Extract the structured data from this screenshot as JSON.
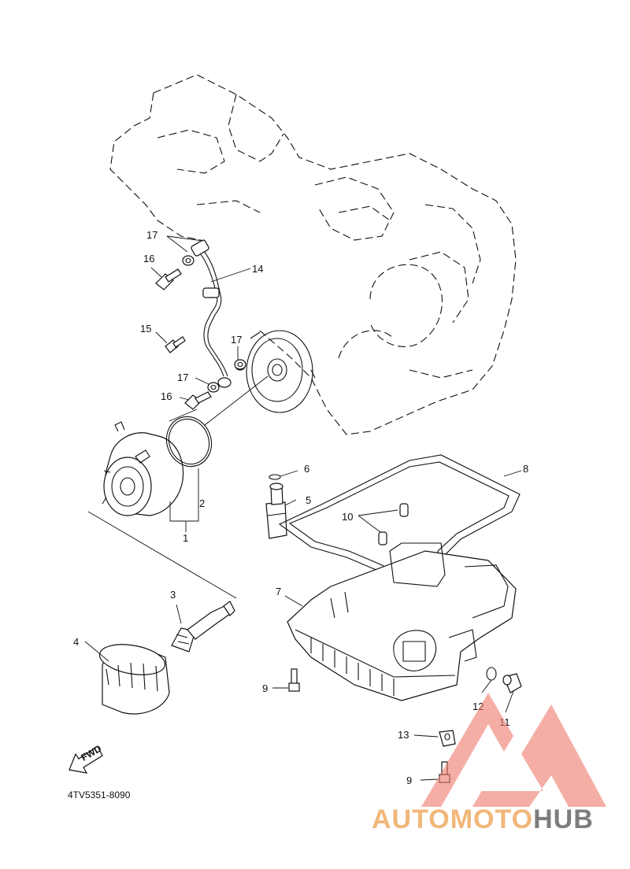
{
  "callouts": {
    "c1": "1",
    "c2": "2",
    "c3": "3",
    "c4": "4",
    "c5": "5",
    "c6": "6",
    "c7": "7",
    "c8": "8",
    "c9a": "9",
    "c9b": "9",
    "c10": "10",
    "c11": "11",
    "c12": "12",
    "c13": "13",
    "c14": "14",
    "c15": "15",
    "c16a": "16",
    "c16b": "16",
    "c17a": "17",
    "c17b": "17",
    "c17c": "17"
  },
  "part_code": "4TV5351-8090",
  "fwd_label": "FWD",
  "watermark": {
    "part1": "AUTO",
    "part2": "MOTO",
    "part3": "HUB"
  },
  "colors": {
    "line": "#111111",
    "watermark_red": "#f07a6a",
    "watermark_orange": "#f1b77a",
    "watermark_gray": "#7d7d7d"
  }
}
